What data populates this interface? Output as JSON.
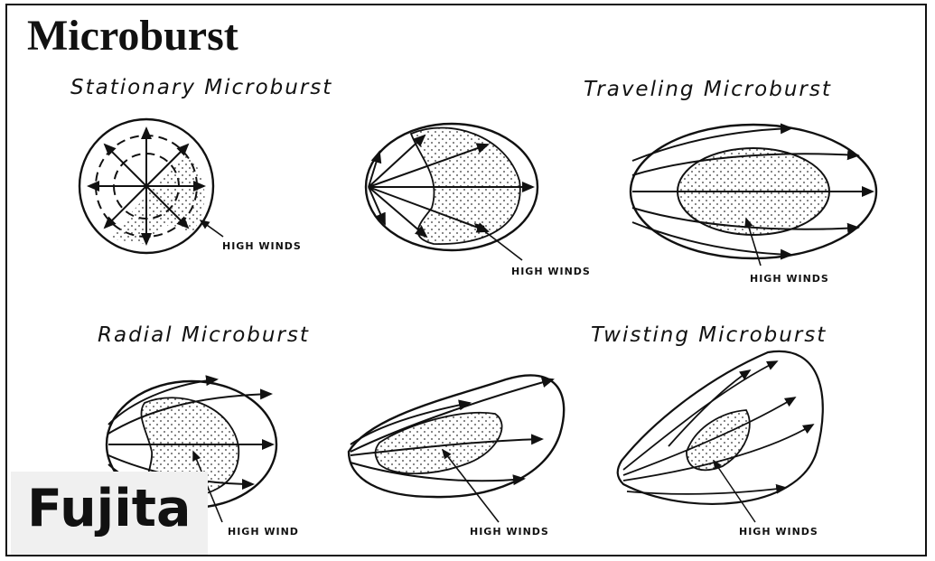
{
  "title": "Microburst",
  "labels": {
    "stationary": "Stationary Microburst",
    "traveling": "Traveling Microburst",
    "radial": "Radial Microburst",
    "twisting": "Twisting Microburst"
  },
  "wind_labels": {
    "w1": "HIGH WINDS",
    "w2": "HIGH WINDS",
    "w3": "HIGH WINDS",
    "w4": "HIGH WIND",
    "w5": "HIGH WINDS",
    "w6": "HIGH WINDS"
  },
  "badge": "Fujita"
}
